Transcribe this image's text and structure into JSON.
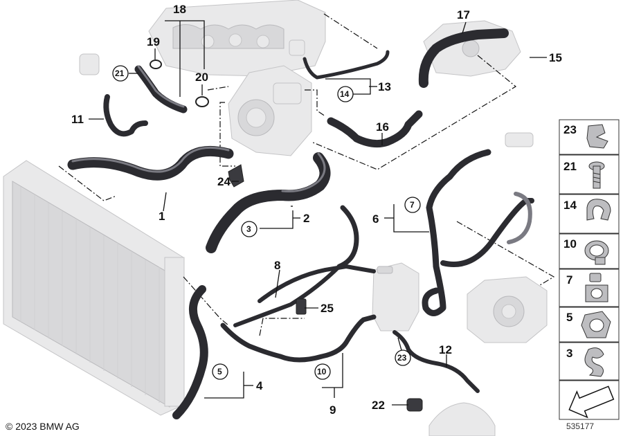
{
  "callouts": {
    "c1": "1",
    "c2": "2",
    "c3": "3",
    "c4": "4",
    "c5": "5",
    "c6": "6",
    "c7": "7",
    "c8": "8",
    "c9": "9",
    "c10": "10",
    "c11": "11",
    "c12": "12",
    "c13": "13",
    "c14": "14",
    "c15": "15",
    "c16": "16",
    "c17": "17",
    "c18": "18",
    "c19": "19",
    "c20": "20",
    "c21": "21",
    "c22": "22",
    "c23": "23",
    "c24": "24",
    "c25": "25"
  },
  "parts_sidebar": [
    "23",
    "21",
    "14",
    "10",
    "7",
    "5",
    "3"
  ],
  "footer": {
    "copyright": "© 2023 BMW AG",
    "image_number": "535177"
  }
}
